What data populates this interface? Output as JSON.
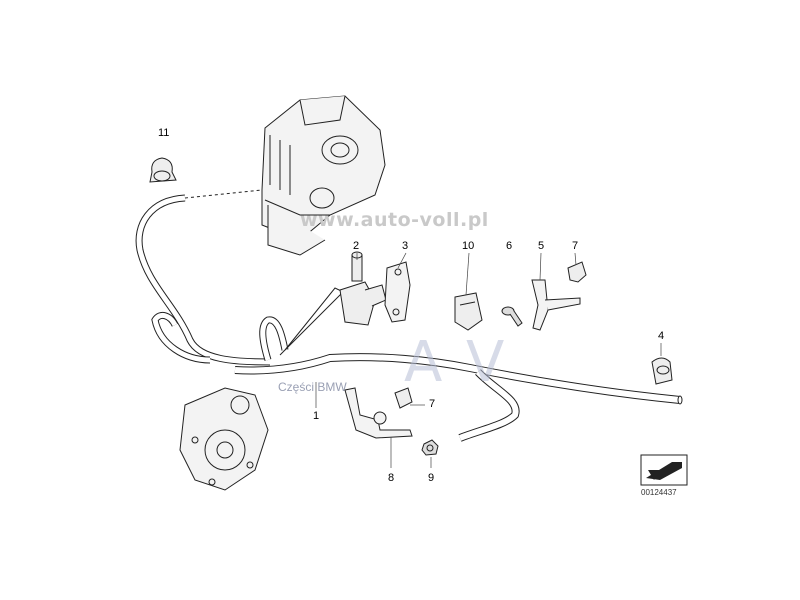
{
  "watermark": {
    "site": "www.auto-voll.pl",
    "brand": "Części BMW",
    "logo": [
      "A",
      "V"
    ]
  },
  "doc_number": "00124437",
  "parts": [
    {
      "id": "part-1",
      "label": "1"
    },
    {
      "id": "part-2",
      "label": "2"
    },
    {
      "id": "part-3",
      "label": "3"
    },
    {
      "id": "part-4",
      "label": "4"
    },
    {
      "id": "part-5",
      "label": "5"
    },
    {
      "id": "part-6",
      "label": "6"
    },
    {
      "id": "part-7a",
      "label": "7"
    },
    {
      "id": "part-7b",
      "label": "7"
    },
    {
      "id": "part-8",
      "label": "8"
    },
    {
      "id": "part-9",
      "label": "9"
    },
    {
      "id": "part-10",
      "label": "10"
    },
    {
      "id": "part-11",
      "label": "11"
    }
  ],
  "colors": {
    "line": "#222222",
    "fill": "#f4f4f4",
    "watermark": "#b7bfd6",
    "icon": "#222222"
  }
}
